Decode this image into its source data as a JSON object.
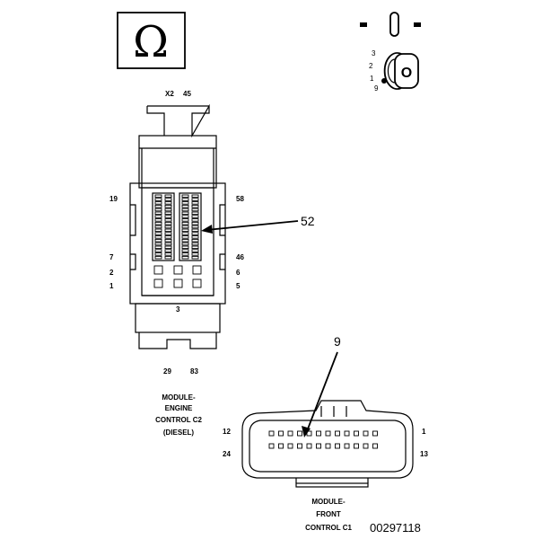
{
  "ohm_symbol": {
    "glyph": "Ω",
    "icon": "ohm-meter-icon"
  },
  "ignition": {
    "icon": "ignition-key-switch-icon",
    "positions": [
      "3",
      "2",
      "1",
      "9"
    ],
    "key_letter": "O"
  },
  "ecm_connector": {
    "top_labels": [
      "X2",
      "45"
    ],
    "left_labels": [
      "19",
      "7",
      "2",
      "1"
    ],
    "right_labels": [
      "58",
      "46",
      "6",
      "5"
    ],
    "bottom_mid_label": "3",
    "bottom_labels": [
      "29",
      "83"
    ],
    "callout": "52",
    "caption": [
      "MODULE-",
      "ENGINE",
      "CONTROL C2",
      "(DIESEL)"
    ]
  },
  "fcm_connector": {
    "callout": "9",
    "left_labels": [
      "12",
      "24"
    ],
    "right_labels": [
      "1",
      "13"
    ],
    "caption": [
      "MODULE-",
      "FRONT",
      "CONTROL C1"
    ]
  },
  "figure_id": "00297118"
}
